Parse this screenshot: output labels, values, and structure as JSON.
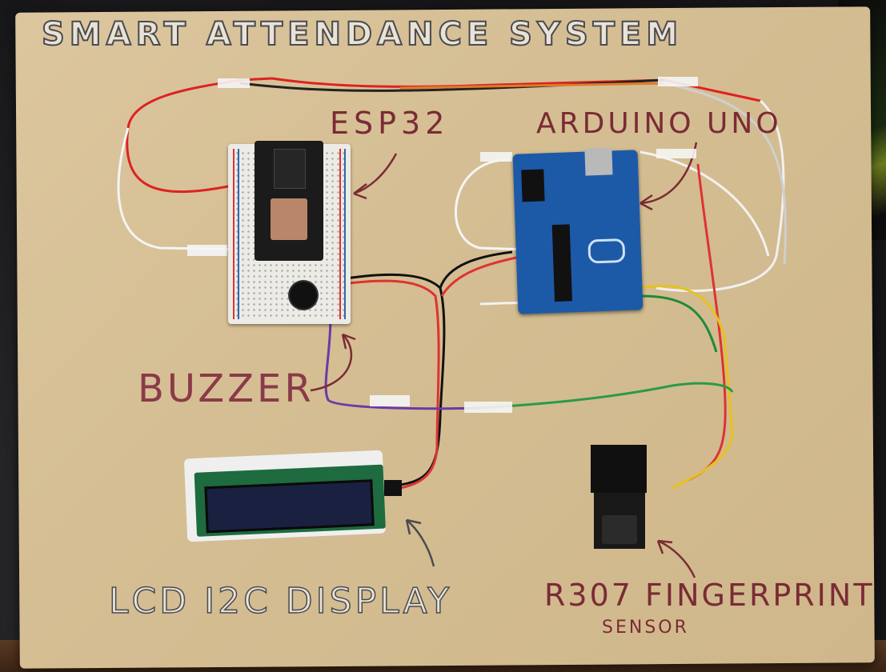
{
  "photo": {
    "title": "SMART ATTENDANCE SYSTEM",
    "labels": {
      "esp32": "ESP32",
      "arduino": "ARDUINO UNO",
      "buzzer": "BUZZER",
      "lcd": "LCD I2C DISPLAY",
      "fingerprint": "R307 FINGERPRINT",
      "fingerprint_sub": "SENSOR"
    },
    "colors": {
      "board": "#d8c39a",
      "label_red": "#7a2b35",
      "arduino_blue": "#1c5aa8",
      "breadboard": "#ecebe6"
    }
  }
}
